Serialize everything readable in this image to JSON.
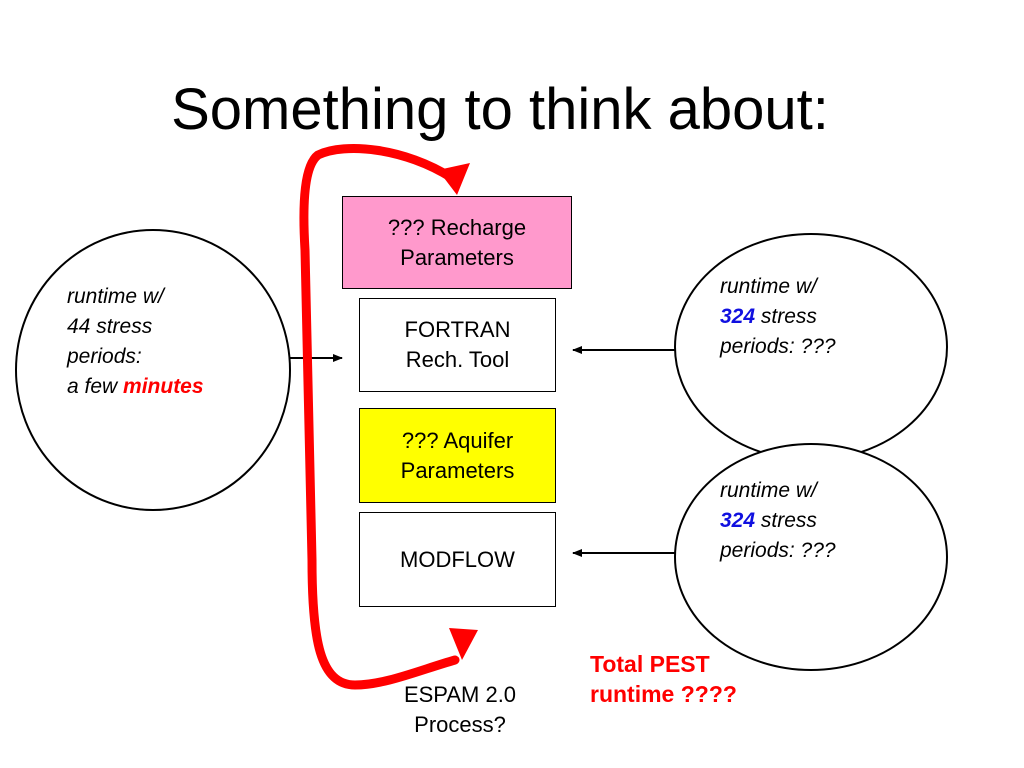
{
  "title": "Something to think about:",
  "boxes": {
    "recharge": {
      "text": "??? Recharge\nParameters",
      "fill": "#ff99cc"
    },
    "fortran": {
      "text": "FORTRAN\nRech. Tool",
      "fill": "#ffffff"
    },
    "aquifer": {
      "text": "??? Aquifer\nParameters",
      "fill": "#ffff00"
    },
    "modflow": {
      "text": "MODFLOW",
      "fill": "#ffffff"
    }
  },
  "left_oval": {
    "line1": "runtime w/",
    "line2": "44 stress",
    "line3": "periods:",
    "line4_prefix": "a few ",
    "line4_emph": "minutes"
  },
  "right_oval_top": {
    "line1": "runtime w/",
    "line2_emph": "324",
    "line2_rest": " stress",
    "line3": "periods: ???"
  },
  "right_oval_bottom": {
    "line1": "runtime w/",
    "line2_emph": "324",
    "line2_rest": " stress",
    "line3": "periods: ???"
  },
  "process_label": "ESPAM 2.0\nProcess?",
  "total_label": "Total PEST\nruntime ????",
  "colors": {
    "loop_arrow": "#ff0000",
    "emph_red": "#ff0000",
    "emph_blue": "#1010e0"
  }
}
